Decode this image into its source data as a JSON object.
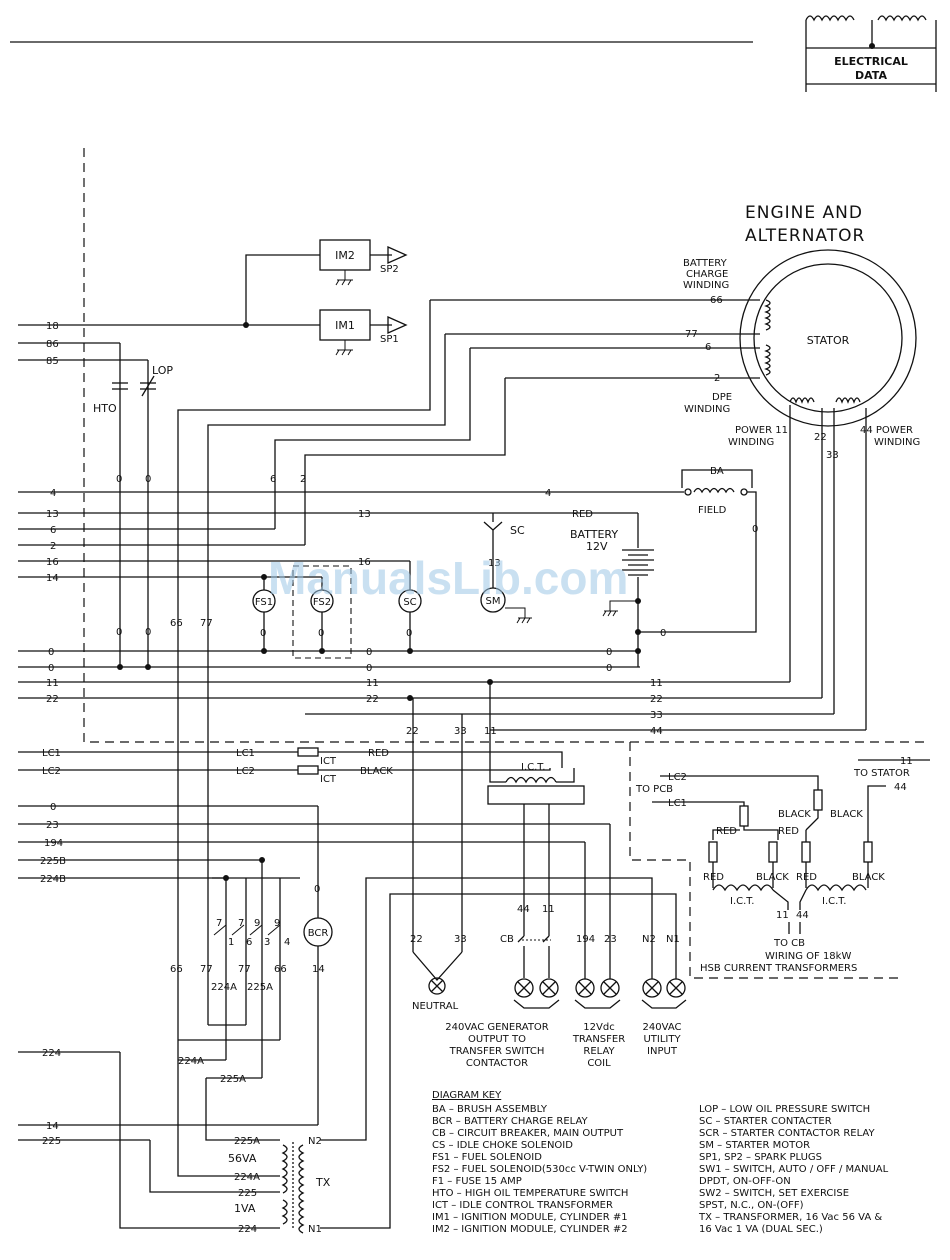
{
  "header": {
    "badge_line1": "ELECTRICAL",
    "badge_line2": "DATA"
  },
  "watermark": "ManualsLib.com",
  "engine": {
    "title_line1": "ENGINE AND",
    "title_line2": "ALTERNATOR",
    "stator": "STATOR"
  },
  "labels": {
    "battery_charge_winding": [
      "BATTERY",
      "CHARGE",
      "WINDING"
    ],
    "dpe_winding": [
      "DPE",
      "WINDING"
    ],
    "power_winding_left": [
      "POWER 11",
      "WINDING"
    ],
    "power_winding_right": [
      "44 POWER",
      "WINDING"
    ],
    "field": "FIELD",
    "ba": "BA",
    "battery": [
      "BATTERY",
      "12V"
    ],
    "red": "RED",
    "black": "BLACK",
    "sc": "SC",
    "sm": "SM",
    "hto": "HTO",
    "lop": "LOP",
    "im1": "IM1",
    "im2": "IM2",
    "sp1": "SP1",
    "sp2": "SP2",
    "fs1": "FS1",
    "fs2": "FS2",
    "bcr": "BCR",
    "ict": "ICT",
    "ict_box": "I.C.T.",
    "cb": "CB",
    "tx": "TX",
    "va56": "56VA",
    "va1": "1VA",
    "neutral": "NEUTRAL",
    "to_stator": "TO STATOR",
    "to_pcb": "TO PCB",
    "to_cb": "TO CB"
  },
  "wire_numbers": {
    "left": [
      "18",
      "86",
      "85",
      "4",
      "13",
      "6",
      "2",
      "16",
      "14",
      "0",
      "0",
      "11",
      "22",
      "LC1",
      "LC2",
      "0",
      "23",
      "194",
      "225B",
      "224B",
      "224",
      "14",
      "225"
    ]
  },
  "outputs": {
    "gen": [
      "240VAC GENERATOR",
      "OUTPUT TO",
      "TRANSFER SWITCH",
      "CONTACTOR"
    ],
    "relay": [
      "12Vdc",
      "TRANSFER",
      "RELAY",
      "COIL"
    ],
    "utility": [
      "240VAC",
      "UTILITY",
      "INPUT"
    ]
  },
  "ct_wiring": {
    "line1": "WIRING OF 18kW",
    "line2": "HSB CURRENT TRANSFORMERS"
  },
  "key": {
    "title": "DIAGRAM KEY",
    "left": [
      "BA – BRUSH ASSEMBLY",
      "BCR – BATTERY CHARGE RELAY",
      "CB – CIRCUIT BREAKER, MAIN OUTPUT",
      "CS – IDLE CHOKE SOLENOID",
      "FS1 – FUEL SOLENOID",
      "FS2 – FUEL SOLENOID(530cc V-TWIN ONLY)",
      "F1 – FUSE 15 AMP",
      "HTO – HIGH OIL TEMPERATURE SWITCH",
      "ICT – IDLE CONTROL TRANSFORMER",
      "IM1 – IGNITION MODULE, CYLINDER #1",
      "IM2 – IGNITION MODULE, CYLINDER #2"
    ],
    "right": [
      "LOP – LOW OIL PRESSURE SWITCH",
      "SC – STARTER CONTACTER",
      "SCR – STARTER CONTACTOR RELAY",
      "SM – STARTER MOTOR",
      "SP1, SP2 – SPARK PLUGS",
      "SW1 – SWITCH, AUTO / OFF / MANUAL",
      "          DPDT, ON-OFF-ON",
      "SW2 – SWITCH, SET EXERCISE",
      "          SPST, N.C., ON-(OFF)",
      "TX – TRANSFORMER, 16 Vac 56 VA &",
      "          16 Vac 1 VA (DUAL SEC.)"
    ]
  }
}
